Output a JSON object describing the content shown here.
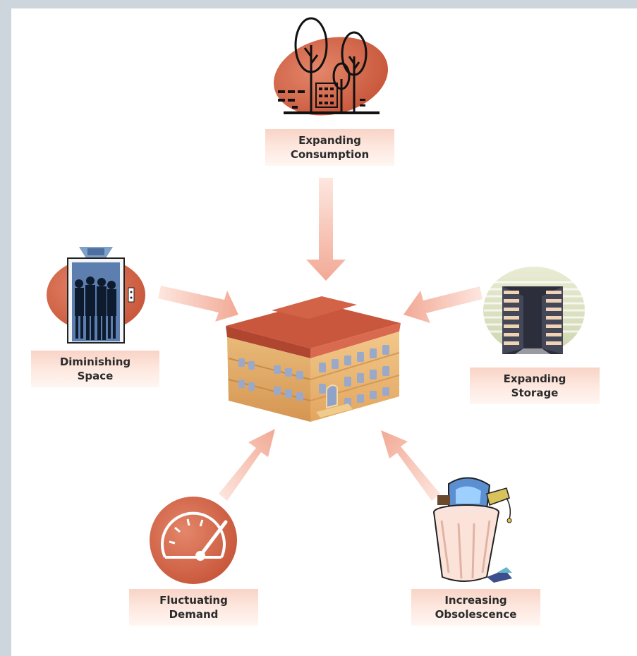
{
  "labels": {
    "top": [
      "Expanding",
      "Consumption"
    ],
    "left": [
      "Diminishing",
      "Space"
    ],
    "right": [
      "Expanding",
      "Storage"
    ],
    "bottom_left": [
      "Fluctuating",
      "Demand"
    ],
    "bottom_right": [
      "Increasing",
      "Obsolescence"
    ]
  },
  "icons": {
    "top": "trees-city-icon",
    "left": "elevator-people-icon",
    "right": "storage-shelves-icon",
    "bottom_left": "speedometer-icon",
    "bottom_right": "trash-can-icon",
    "center": "library-building-icon"
  },
  "colors": {
    "accent": "#c8563c",
    "arrow": "#f3b6a5",
    "label_bg": "#fbdcd1",
    "building_wall": "#e9b26c",
    "roof": "#d0634a"
  }
}
